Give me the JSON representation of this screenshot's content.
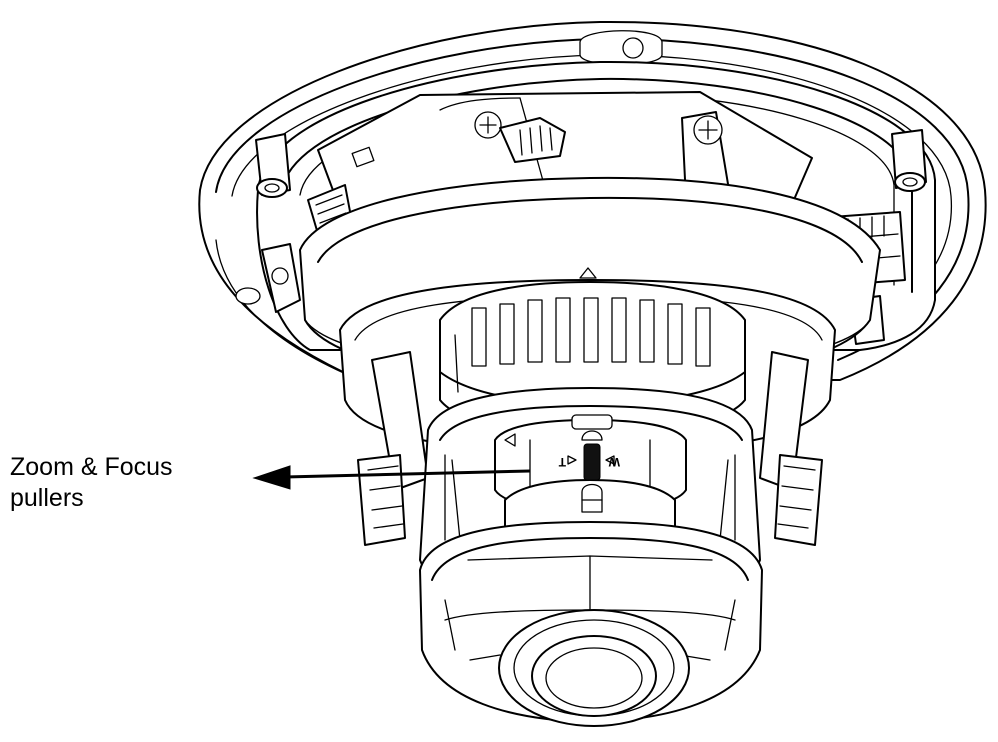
{
  "callout": {
    "line1": "Zoom & Focus",
    "line2": "pullers"
  },
  "lens_ring": {
    "wide_mark": "W",
    "tele_mark": "T"
  },
  "colors": {
    "background": "#ffffff",
    "ink": "#000000"
  }
}
